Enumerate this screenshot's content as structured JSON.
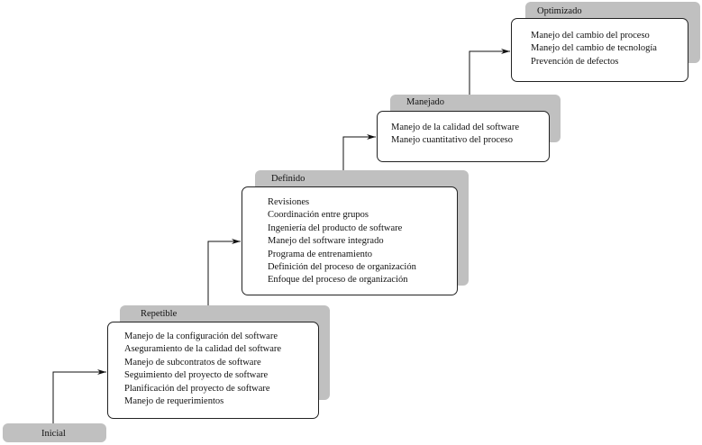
{
  "levels": [
    {
      "name": "Inicial",
      "items": []
    },
    {
      "name": "Repetible",
      "items": [
        "Manejo de la configuración del software",
        "Aseguramiento de la calidad del software",
        "Manejo de subcontratos de software",
        "Seguimiento del proyecto de software",
        "Planificación del proyecto de software",
        "Manejo de requerimientos"
      ]
    },
    {
      "name": "Definido",
      "items": [
        "Revisiones",
        "Coordinación entre grupos",
        "Ingeniería del producto de software",
        "Manejo del software integrado",
        "Programa de entrenamiento",
        "Definición del proceso de organización",
        "Enfoque del proceso de organización"
      ]
    },
    {
      "name": "Manejado",
      "items": [
        "Manejo de la calidad del software",
        "Manejo cuantitativo del proceso"
      ]
    },
    {
      "name": "Optimizado",
      "items": [
        "Manejo del cambio del proceso",
        "Manejo del cambio de tecnología",
        "Prevención de defectos"
      ]
    }
  ]
}
